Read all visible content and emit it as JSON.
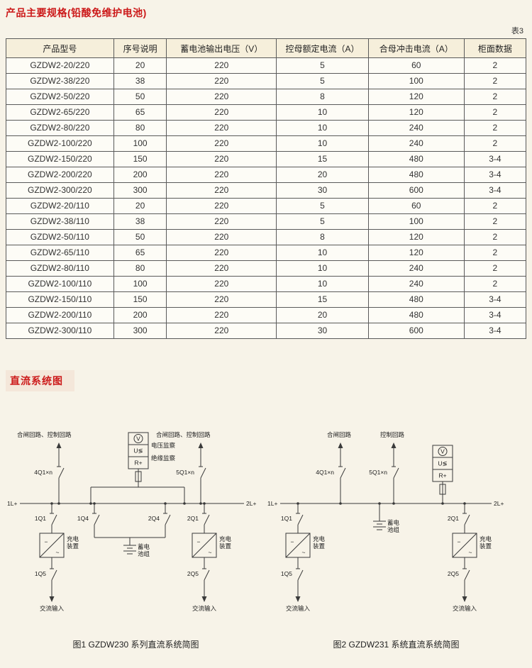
{
  "page": {
    "title": "产品主要规格(铅酸免维护电池)",
    "table_tag": "表3",
    "section_diagram_title": "直流系统图"
  },
  "table": {
    "headers": [
      "产品型号",
      "序号说明",
      "蓄电池输出电压（V）",
      "控母额定电流（A）",
      "合母冲击电流（A）",
      "柜面数据"
    ],
    "rows": [
      [
        "GZDW2-20/220",
        "20",
        "220",
        "5",
        "60",
        "2"
      ],
      [
        "GZDW2-38/220",
        "38",
        "220",
        "5",
        "100",
        "2"
      ],
      [
        "GZDW2-50/220",
        "50",
        "220",
        "8",
        "120",
        "2"
      ],
      [
        "GZDW2-65/220",
        "65",
        "220",
        "10",
        "120",
        "2"
      ],
      [
        "GZDW2-80/220",
        "80",
        "220",
        "10",
        "240",
        "2"
      ],
      [
        "GZDW2-100/220",
        "100",
        "220",
        "10",
        "240",
        "2"
      ],
      [
        "GZDW2-150/220",
        "150",
        "220",
        "15",
        "480",
        "3-4"
      ],
      [
        "GZDW2-200/220",
        "200",
        "220",
        "20",
        "480",
        "3-4"
      ],
      [
        "GZDW2-300/220",
        "300",
        "220",
        "30",
        "600",
        "3-4"
      ],
      [
        "GZDW2-20/110",
        "20",
        "220",
        "5",
        "60",
        "2"
      ],
      [
        "GZDW2-38/110",
        "38",
        "220",
        "5",
        "100",
        "2"
      ],
      [
        "GZDW2-50/110",
        "50",
        "220",
        "8",
        "120",
        "2"
      ],
      [
        "GZDW2-65/110",
        "65",
        "220",
        "10",
        "120",
        "2"
      ],
      [
        "GZDW2-80/110",
        "80",
        "220",
        "10",
        "240",
        "2"
      ],
      [
        "GZDW2-100/110",
        "100",
        "220",
        "10",
        "240",
        "2"
      ],
      [
        "GZDW2-150/110",
        "150",
        "220",
        "15",
        "480",
        "3-4"
      ],
      [
        "GZDW2-200/110",
        "200",
        "220",
        "20",
        "480",
        "3-4"
      ],
      [
        "GZDW2-300/110",
        "300",
        "220",
        "30",
        "600",
        "3-4"
      ]
    ]
  },
  "symbols": {
    "ac": "~",
    "dc": "−",
    "monitor_v": "V",
    "monitor_u": "U≶",
    "monitor_r": "R+"
  },
  "common": {
    "charging_device_line1": "充电",
    "charging_device_line2": "装置",
    "battery_line1": "蓄电",
    "battery_line2": "池组",
    "ac_input": "交流输入",
    "voltage_monitor": "电压监察",
    "insulation_monitor": "绝缘监察"
  },
  "diagram1": {
    "caption": "图1 GZDW230 系列直流系统简图",
    "feeder_left": "合闸回路、控制回路",
    "feeder_right": "合闸回路、控制回路",
    "sw_4q1": "4Q1×n",
    "sw_5q1": "5Q1×n",
    "bus_left": "1L+",
    "bus_right": "2L+",
    "sw_1q1": "1Q1",
    "sw_1q4": "1Q4",
    "sw_2q4": "2Q4",
    "sw_2q1": "2Q1",
    "sw_1q5": "1Q5",
    "sw_2q5": "2Q5"
  },
  "diagram2": {
    "caption": "图2 GZDW231 系统直流系统简图",
    "feeder_left": "合闸回路",
    "feeder_right": "控制回路",
    "sw_4q1": "4Q1×n",
    "sw_5q1": "5Q1×n",
    "bus_left": "1L+",
    "bus_right": "2L+",
    "sw_1q1": "1Q1",
    "sw_2q1": "2Q1",
    "sw_1q5": "1Q5",
    "sw_2q5": "2Q5"
  }
}
